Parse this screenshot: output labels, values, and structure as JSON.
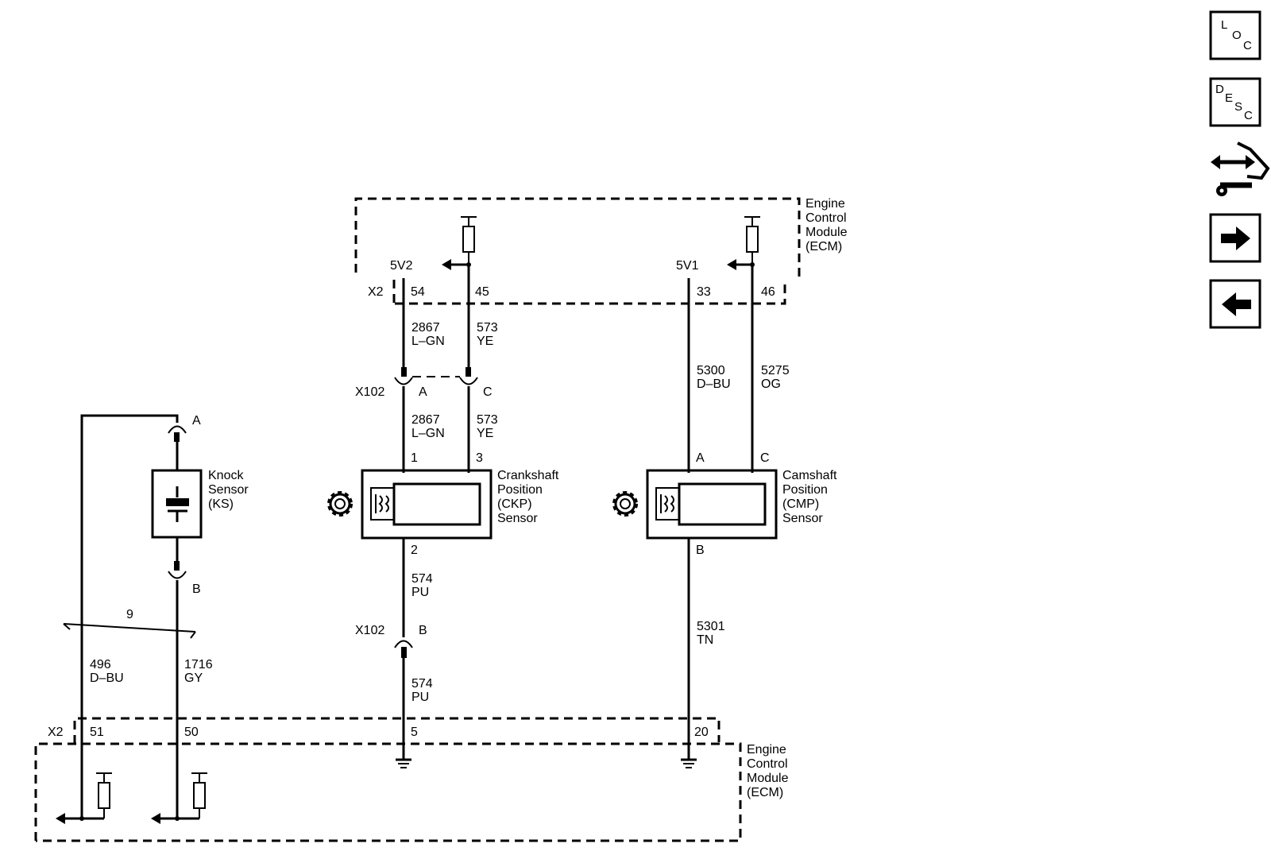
{
  "ecm_top": {
    "label_lines": [
      "Engine",
      "Control",
      "Module",
      "(ECM)"
    ],
    "connector": "X2"
  },
  "ecm_bottom": {
    "label_lines": [
      "Engine",
      "Control",
      "Module",
      "(ECM)"
    ],
    "connector": "X2"
  },
  "supplies": {
    "left": "5V2",
    "right": "5V1"
  },
  "top_pins": [
    "54",
    "45",
    "33",
    "46"
  ],
  "bottom_pins": [
    "51",
    "50",
    "5",
    "20"
  ],
  "wires": {
    "ckp_1_upper": {
      "circuit": "2867",
      "color": "L–GN"
    },
    "ckp_3_upper": {
      "circuit": "573",
      "color": "YE"
    },
    "ckp_1_lower": {
      "circuit": "2867",
      "color": "L–GN"
    },
    "ckp_3_lower": {
      "circuit": "573",
      "color": "YE"
    },
    "ckp_2_upper": {
      "circuit": "574",
      "color": "PU"
    },
    "ckp_2_lower": {
      "circuit": "574",
      "color": "PU"
    },
    "cmp_a": {
      "circuit": "5300",
      "color": "D–BU"
    },
    "cmp_c": {
      "circuit": "5275",
      "color": "OG"
    },
    "cmp_b": {
      "circuit": "5301",
      "color": "TN"
    },
    "ks_shield": {
      "circuit": "496",
      "color": "D–BU"
    },
    "ks_b": {
      "circuit": "1716",
      "color": "GY"
    }
  },
  "x102": {
    "name": "X102",
    "pin_a": "A",
    "pin_c": "C",
    "pin_b": "B"
  },
  "ckp": {
    "label_lines": [
      "Crankshaft",
      "Position",
      "(CKP)",
      "Sensor"
    ],
    "pins": [
      "1",
      "3",
      "2"
    ]
  },
  "cmp": {
    "label_lines": [
      "Camshaft",
      "Position",
      "(CMP)",
      "Sensor"
    ],
    "pins": [
      "A",
      "C",
      "B"
    ]
  },
  "knock": {
    "label_lines": [
      "Knock",
      "Sensor",
      "(KS)"
    ],
    "pin_a": "A",
    "pin_b": "B"
  },
  "twist_count": "9",
  "sidebar": [
    {
      "name": "loc-button",
      "letters": [
        "L",
        "O",
        "C"
      ]
    },
    {
      "name": "desc-button",
      "letters": [
        "D",
        "E",
        "S",
        "C"
      ]
    },
    {
      "name": "connector-view-button",
      "icon": "connector-wrench-icon"
    },
    {
      "name": "next-button",
      "icon": "arrow-right-icon"
    },
    {
      "name": "previous-button",
      "icon": "arrow-left-icon"
    }
  ]
}
